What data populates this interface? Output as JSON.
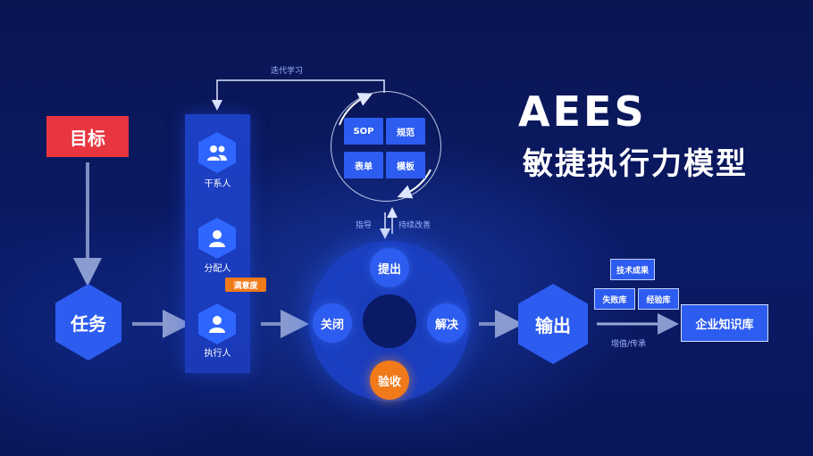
{
  "title": {
    "line1": "AEES",
    "line2": "敏捷执行力模型"
  },
  "goal": {
    "label": "目标"
  },
  "task": {
    "label": "任务"
  },
  "roles": [
    {
      "label": "干系人",
      "icon": "group-icon"
    },
    {
      "label": "分配人",
      "icon": "person-icon"
    },
    {
      "label": "执行人",
      "icon": "person-icon"
    }
  ],
  "satisfaction": {
    "label": "满意度"
  },
  "iterate": {
    "label": "迭代学习"
  },
  "docs": [
    "SOP",
    "规范",
    "表单",
    "模板"
  ],
  "guide": {
    "label": "指导"
  },
  "improve": {
    "label": "持续改善"
  },
  "cycle": {
    "propose": "提出",
    "solve": "解决",
    "accept": "验收",
    "close": "关闭"
  },
  "output": {
    "label": "输出"
  },
  "knowledge": {
    "tech": "技术成果",
    "failure": "失败库",
    "experience": "经验库",
    "base": "企业知识库",
    "value": "增值/传承"
  },
  "colors": {
    "background": "#0a1552",
    "primary": "#2d5cf0",
    "goal_red": "#e8353f",
    "accent_orange": "#f07a1a",
    "text_muted": "#9fb4ff"
  }
}
